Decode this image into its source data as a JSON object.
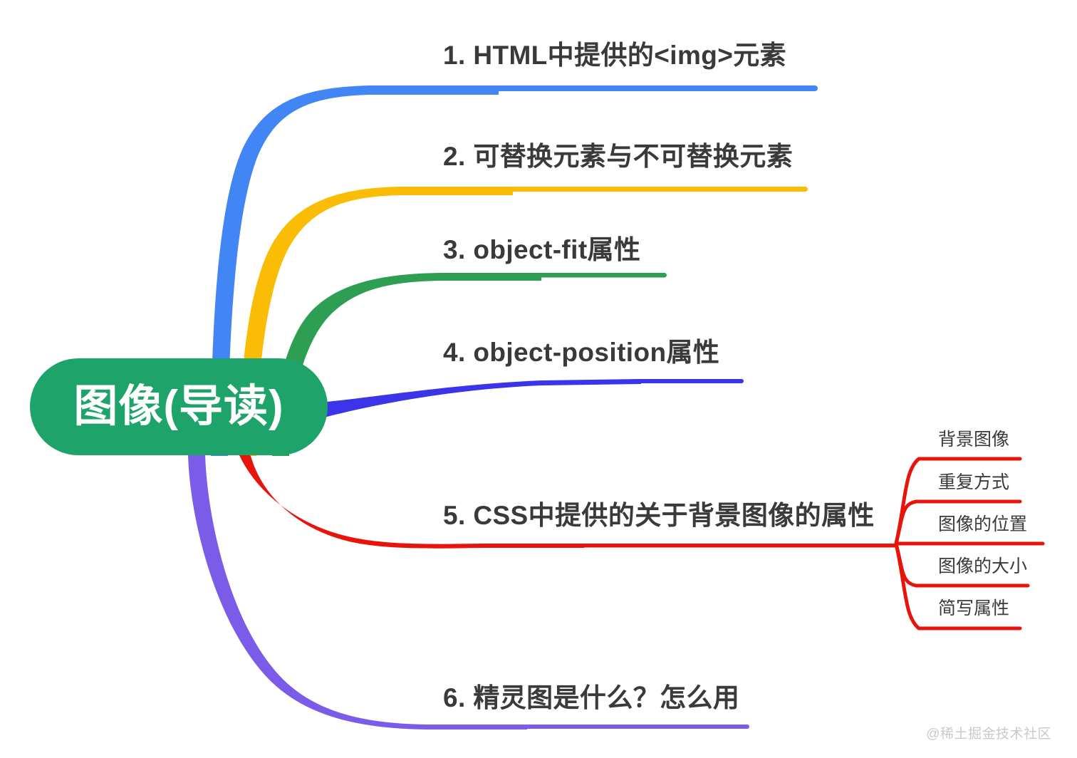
{
  "diagram": {
    "type": "mindmap",
    "title": "图像(导读)",
    "root": {
      "label": "图像(导读)",
      "fill_color": "#1EA46A",
      "text_color": "#FFFFFF"
    },
    "branches": [
      {
        "index": "1",
        "label": "1. HTML中提供的<img>元素",
        "color": "#4285F4",
        "color_name": "blue"
      },
      {
        "index": "2",
        "label": "2. 可替换元素与不可替换元素",
        "color": "#FBBC05",
        "color_name": "yellow"
      },
      {
        "index": "3",
        "label": "3. object-fit属性",
        "color": "#2E9E52",
        "color_name": "green"
      },
      {
        "index": "4",
        "label": "4. object-position属性",
        "color": "#3B34E8",
        "color_name": "indigo"
      },
      {
        "index": "5",
        "label": "5. CSS中提供的关于背景图像的属性",
        "color": "#E8140C",
        "color_name": "red",
        "children": [
          {
            "label": "背景图像"
          },
          {
            "label": "重复方式"
          },
          {
            "label": "图像的位置"
          },
          {
            "label": "图像的大小"
          },
          {
            "label": "简写属性"
          }
        ]
      },
      {
        "index": "6",
        "label": "6. 精灵图是什么？怎么用",
        "color": "#7B5CE8",
        "color_name": "purple"
      }
    ]
  },
  "watermark": {
    "text": "@稀土掘金技术社区"
  }
}
